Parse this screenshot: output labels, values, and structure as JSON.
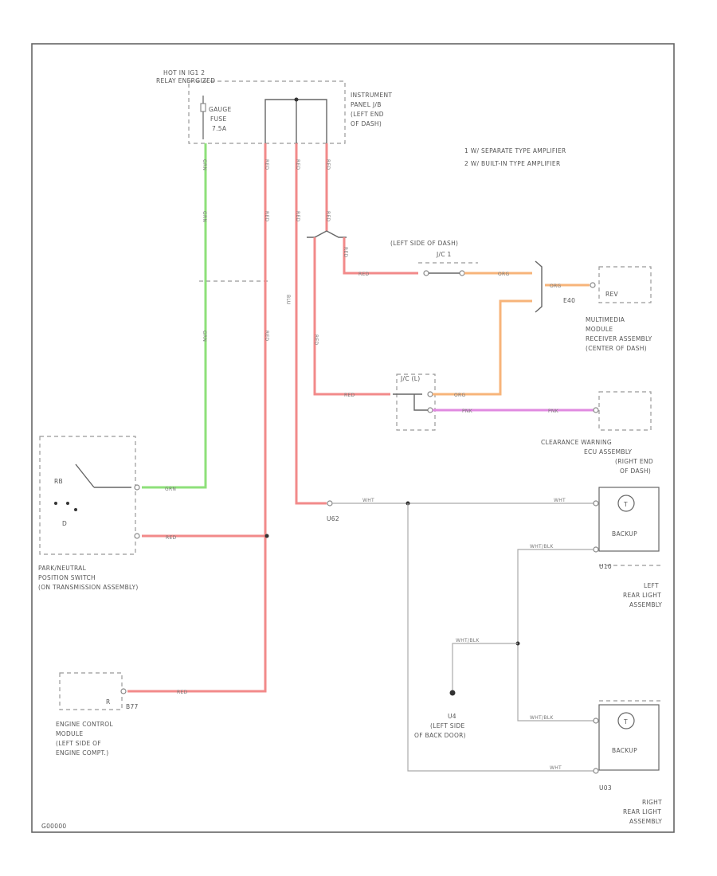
{
  "labels": {
    "hot_in": "HOT IN IG1 2",
    "relay": "RELAY ENERGIZED",
    "gauge_fuse": "GAUGE\nFUSE\n7.5A",
    "instrument_panel_jb": "INSTRUMENT\nPANEL J/B\n(LEFT END\nOF DASH)",
    "note_1": "1    W/ SEPARATE TYPE AMPLIFIER",
    "note_2": "2    W/ BUILT-IN TYPE AMPLIFIER",
    "left_side_dash": "(LEFT SIDE OF DASH)",
    "j_c1": "J/C 1",
    "multimedia": "MULTIMEDIA\nMODULE\nRECEIVER ASSEMBLY\n(CENTER OF DASH)",
    "rev": "REV",
    "jc_label": "J/C (L)",
    "clearance": "CLEARANCE WARNING\nECU ASSEMBLY\n(RIGHT END\nOF DASH)",
    "park_switch": "PARK/NEUTRAL\nPOSITION SWITCH\n(ON TRANSMISSION ASSEMBLY)",
    "rb": "RB",
    "d": "D",
    "ecm": "ENGINE CONTROL\nMODULE\n(LEFT SIDE OF\nENGINE COMPT.)",
    "r": "R",
    "left_rear": "LEFT\nREAR LIGHT\nASSEMBLY",
    "right_rear": "RIGHT\nREAR LIGHT\nASSEMBLY",
    "backup_1": "BACKUP",
    "backup_2": "BACKUP",
    "ground": "U4\n(LEFT SIDE\nOF BACK DOOR)",
    "conn_u62": "U62",
    "conn_u10": "U10",
    "conn_u03": "U03",
    "conn_b77": "B77",
    "conn_e40": "E40",
    "footer": "G00000"
  },
  "wire_colors": {
    "red": "RED",
    "green": "GRN",
    "orange": "ORG",
    "pink": "PNK",
    "white": "WHT",
    "white_black": "WHT/BLK",
    "blue": "BLU"
  },
  "colors": {
    "red_wire": "#f28a8a",
    "green_wire": "#8ee07a",
    "orange_wire": "#f7b47a",
    "pink_wire": "#e08ae0"
  },
  "icons": {
    "lamp": "lamp-icon",
    "switch": "switch-icon",
    "ground": "ground-icon"
  }
}
